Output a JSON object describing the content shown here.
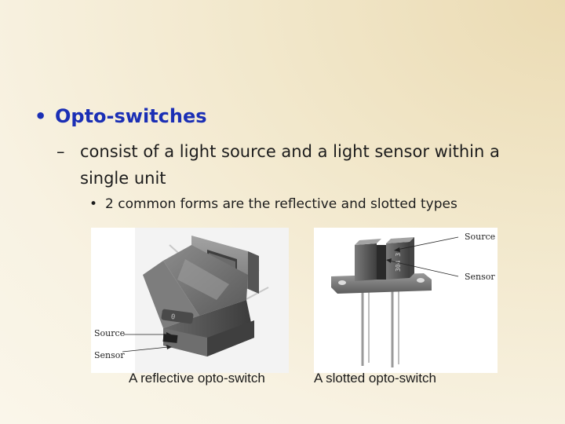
{
  "slide": {
    "bullet_1": "Opto-switches",
    "bullet_2": "consist of a light source and a light sensor within a single unit",
    "bullet_3": "2 common forms are the reflective and slotted types",
    "bullet_glyph": "•",
    "dash_glyph": "–"
  },
  "figure": {
    "reflective": {
      "callout_source": "Source",
      "callout_sensor": "Sensor",
      "caption": "A reflective opto-switch",
      "chip_marking": "0"
    },
    "slotted": {
      "callout_source": "Source",
      "callout_sensor": "Sensor",
      "caption": "A slotted opto-switch",
      "side_marking": "304 3"
    }
  },
  "colors": {
    "heading_blue": "#1b2fb5",
    "body_text": "#1c1c1c"
  }
}
